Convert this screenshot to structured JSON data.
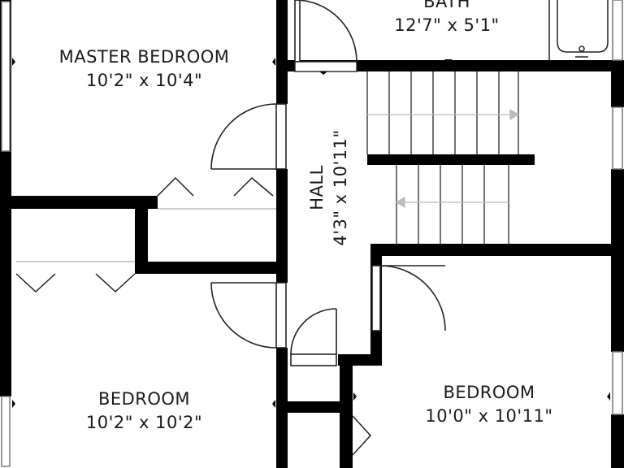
{
  "rooms": {
    "bath": {
      "name": "BATH",
      "dims": "12'7\" x 5'1\""
    },
    "master_bedroom": {
      "name": "MASTER BEDROOM",
      "dims": "10'2\" x 10'4\""
    },
    "hall": {
      "name": "HALL",
      "dims": "4'3\" x 10'11\""
    },
    "bedroom_left": {
      "name": "BEDROOM",
      "dims": "10'2\" x 10'2\""
    },
    "bedroom_right": {
      "name": "BEDROOM",
      "dims": "10'0\" x 10'11\""
    }
  },
  "colors": {
    "wall": "#000000",
    "line": "#222222",
    "arrow": "#bbbbbb",
    "window": "#cccccc",
    "background": "#ffffff"
  }
}
